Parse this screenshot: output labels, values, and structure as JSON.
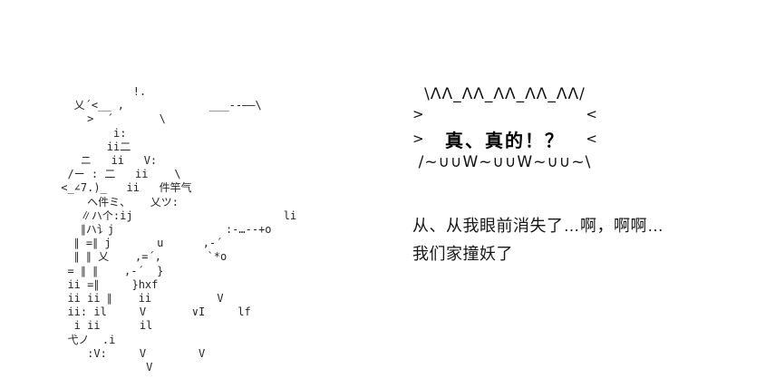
{
  "page": {
    "background": "#ffffff",
    "text_color": "#1b1b1b"
  },
  "ascii_art": {
    "lines": [
      "            !.",
      "   乂´<__ ,             ___--――\\",
      "     >  ´       \\",
      "         i:",
      "        ii二",
      "    ニ   ii   V:",
      "  /ー : 二   ii    \\",
      " <_∠7.)_   ii   件竿气",
      "     ヘ件ミ、   乂ツ:",
      "    ∥ハ个:ij                       li",
      "    ∥ハ讠j                 :-…--+o",
      "   ∥ =∥ j       u      ,-´",
      "   ∥ ∥ 乂    ,=´,       `*o",
      "  = ∥ ∥    ,-´  }",
      "  ii =∥     }hxf",
      "  ii ii ∥    ii          V",
      "  ii: il     V       ∨I     lf",
      "   i ii      il",
      "  弋ノ  .i",
      "     :V:     V        V",
      "              V"
    ]
  },
  "speech_bubble": {
    "top_border": "\\ΛΛ_ΛΛ_ΛΛ_ΛΛ_ΛΛ/",
    "left_edge": ">",
    "right_edge": "<",
    "text": "真、真的！？",
    "bottom_border": "/~∪∪W~∪∪W~∪∪~\\"
  },
  "dialogue": {
    "line1": "从、从我眼前消失了…啊，啊啊…",
    "line2": "我们家撞妖了"
  }
}
